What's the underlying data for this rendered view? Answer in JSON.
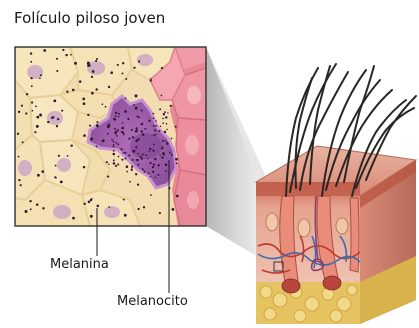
{
  "title": "Folículo piloso joven",
  "labels": {
    "melanin": "Melanina",
    "melanocyte": "Melanocito"
  },
  "colors": {
    "cell_fill": "#f5e6b8",
    "cell_nucleus": "#c9a6c8",
    "melanocyte_fill": "#9a5ba3",
    "melanocyte_light": "#c98fc9",
    "follicle_pink": "#e98a9a",
    "skin_epidermis": "#d67a6a",
    "fat_layer": "#e8c55e",
    "hair": "#2b2622",
    "vessel_red": "#c0392b",
    "vessel_blue": "#3e6bb0",
    "inset_border": "#3a3a3a"
  }
}
